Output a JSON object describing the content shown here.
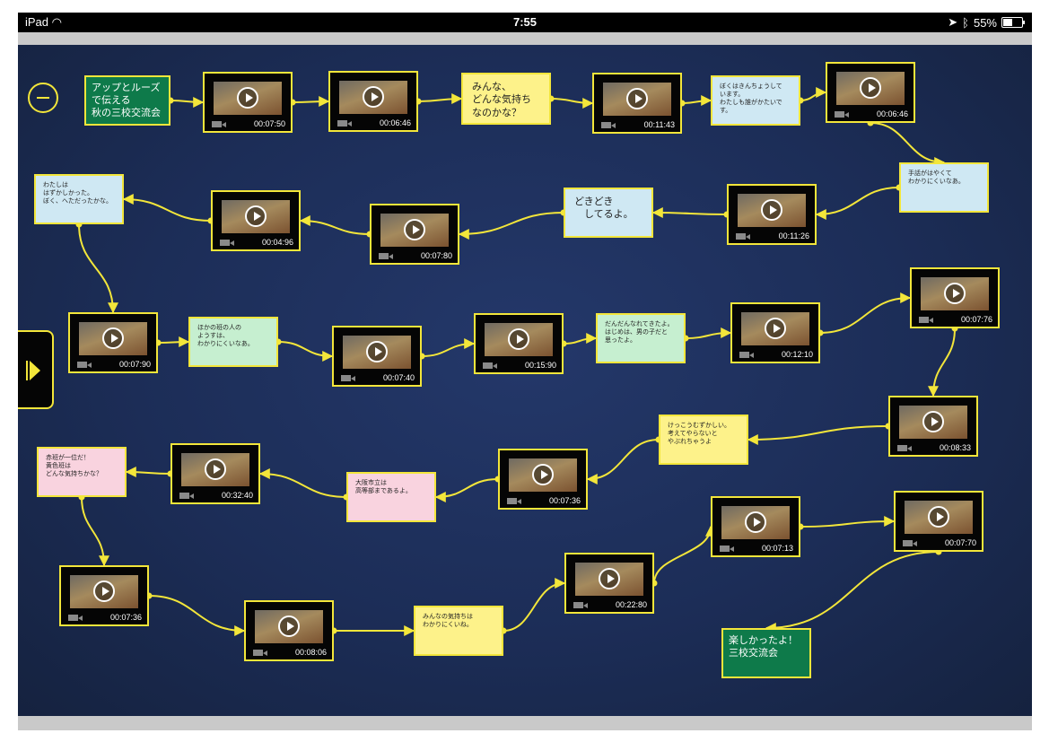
{
  "status_bar": {
    "device": "iPad",
    "time": "7:55",
    "battery": "55%",
    "battery_level": 0.55
  },
  "colors": {
    "canvas": "#1f305c",
    "accent": "#f3e63a",
    "video_bg": "#050505",
    "note_yellow": "#fdf28a",
    "note_blue": "#cfe8f3",
    "note_green": "#c6efd0",
    "note_pink": "#f9d3df",
    "note_darkgreen": "#0e7a4a"
  },
  "nodes": [
    {
      "id": "n1",
      "type": "note",
      "color": "darkgreen",
      "text": "アップとルーズ\nで伝える\n秋の三校交流会"
    },
    {
      "id": "v1",
      "type": "video",
      "duration": "00:07:50"
    },
    {
      "id": "v2",
      "type": "video",
      "duration": "00:06:46"
    },
    {
      "id": "n2",
      "type": "note",
      "color": "yellow",
      "big": true,
      "text": "みんな、\nどんな気持ち\nなのかな？"
    },
    {
      "id": "v3",
      "type": "video",
      "duration": "00:11:43"
    },
    {
      "id": "n3",
      "type": "note",
      "color": "blue",
      "text": "ぼくはきんちょうして\nいます。\nわたしも誰がかたいです。"
    },
    {
      "id": "v4",
      "type": "video",
      "duration": "00:06:46"
    },
    {
      "id": "n4",
      "type": "note",
      "color": "blue",
      "text": "手話がはやくて\nわかりにくいなあ。"
    },
    {
      "id": "v5",
      "type": "video",
      "duration": "00:11:26"
    },
    {
      "id": "n5",
      "type": "note",
      "color": "blue",
      "big": true,
      "text": "どきどき\n　してるよ。"
    },
    {
      "id": "v6",
      "type": "video",
      "duration": "00:07:80"
    },
    {
      "id": "v7",
      "type": "video",
      "duration": "00:04:96"
    },
    {
      "id": "n6",
      "type": "note",
      "color": "blue",
      "text": "わたしは\nはずかしかった。\nぼく、へただったかな。"
    },
    {
      "id": "v8",
      "type": "video",
      "duration": "00:07:90"
    },
    {
      "id": "n7",
      "type": "note",
      "color": "green",
      "text": "ほかの班の人の\nようすは、\nわかりにくいなあ。"
    },
    {
      "id": "v9",
      "type": "video",
      "duration": "00:07:40"
    },
    {
      "id": "v10",
      "type": "video",
      "duration": "00:15:90"
    },
    {
      "id": "n8",
      "type": "note",
      "color": "green",
      "text": "だんだんなれてきたよ。\nはじめは、男の子だと\n思ったよ。"
    },
    {
      "id": "v11",
      "type": "video",
      "duration": "00:12:10"
    },
    {
      "id": "v12",
      "type": "video",
      "duration": "00:07:76"
    },
    {
      "id": "v13",
      "type": "video",
      "duration": "00:08:33"
    },
    {
      "id": "n9",
      "type": "note",
      "color": "yellow",
      "text": "けっこうむずかしい。\n考えてやらないと\nやぶれちゃうよ"
    },
    {
      "id": "v14",
      "type": "video",
      "duration": "00:07:36"
    },
    {
      "id": "n10",
      "type": "note",
      "color": "pink",
      "text": "大阪市立は\n高等部まであるよ。"
    },
    {
      "id": "v15",
      "type": "video",
      "duration": "00:32:40"
    },
    {
      "id": "n11",
      "type": "note",
      "color": "pink",
      "text": "赤班が一位だ！\n黄色班は\nどんな気持ちかな？"
    },
    {
      "id": "v16",
      "type": "video",
      "duration": "00:07:36"
    },
    {
      "id": "v17",
      "type": "video",
      "duration": "00:08:06"
    },
    {
      "id": "n12",
      "type": "note",
      "color": "yellow",
      "text": "みんなの気持ちは\nわかりにくいね。"
    },
    {
      "id": "v18",
      "type": "video",
      "duration": "00:22:80"
    },
    {
      "id": "v19",
      "type": "video",
      "duration": "00:07:13"
    },
    {
      "id": "v20",
      "type": "video",
      "duration": "00:07:70"
    },
    {
      "id": "n13",
      "type": "note",
      "color": "darkgreen",
      "text": "楽しかったよ！\n三校交流会"
    }
  ],
  "links": [
    [
      "n1",
      "v1"
    ],
    [
      "v1",
      "v2"
    ],
    [
      "v2",
      "n2"
    ],
    [
      "n2",
      "v3"
    ],
    [
      "v3",
      "n3"
    ],
    [
      "n3",
      "v4"
    ],
    [
      "v4",
      "n4"
    ],
    [
      "n4",
      "v5"
    ],
    [
      "v5",
      "n5"
    ],
    [
      "n5",
      "v6"
    ],
    [
      "v6",
      "v7"
    ],
    [
      "v7",
      "n6"
    ],
    [
      "n6",
      "v8"
    ],
    [
      "v8",
      "n7"
    ],
    [
      "n7",
      "v9"
    ],
    [
      "v9",
      "v10"
    ],
    [
      "v10",
      "n8"
    ],
    [
      "n8",
      "v11"
    ],
    [
      "v11",
      "v12"
    ],
    [
      "v12",
      "v13"
    ],
    [
      "v13",
      "n9"
    ],
    [
      "n9",
      "v14"
    ],
    [
      "v14",
      "n10"
    ],
    [
      "n10",
      "v15"
    ],
    [
      "v15",
      "n11"
    ],
    [
      "n11",
      "v16"
    ],
    [
      "v16",
      "v17"
    ],
    [
      "v17",
      "n12"
    ],
    [
      "n12",
      "v18"
    ],
    [
      "v18",
      "v19"
    ],
    [
      "v19",
      "v20"
    ],
    [
      "v20",
      "n13"
    ]
  ]
}
